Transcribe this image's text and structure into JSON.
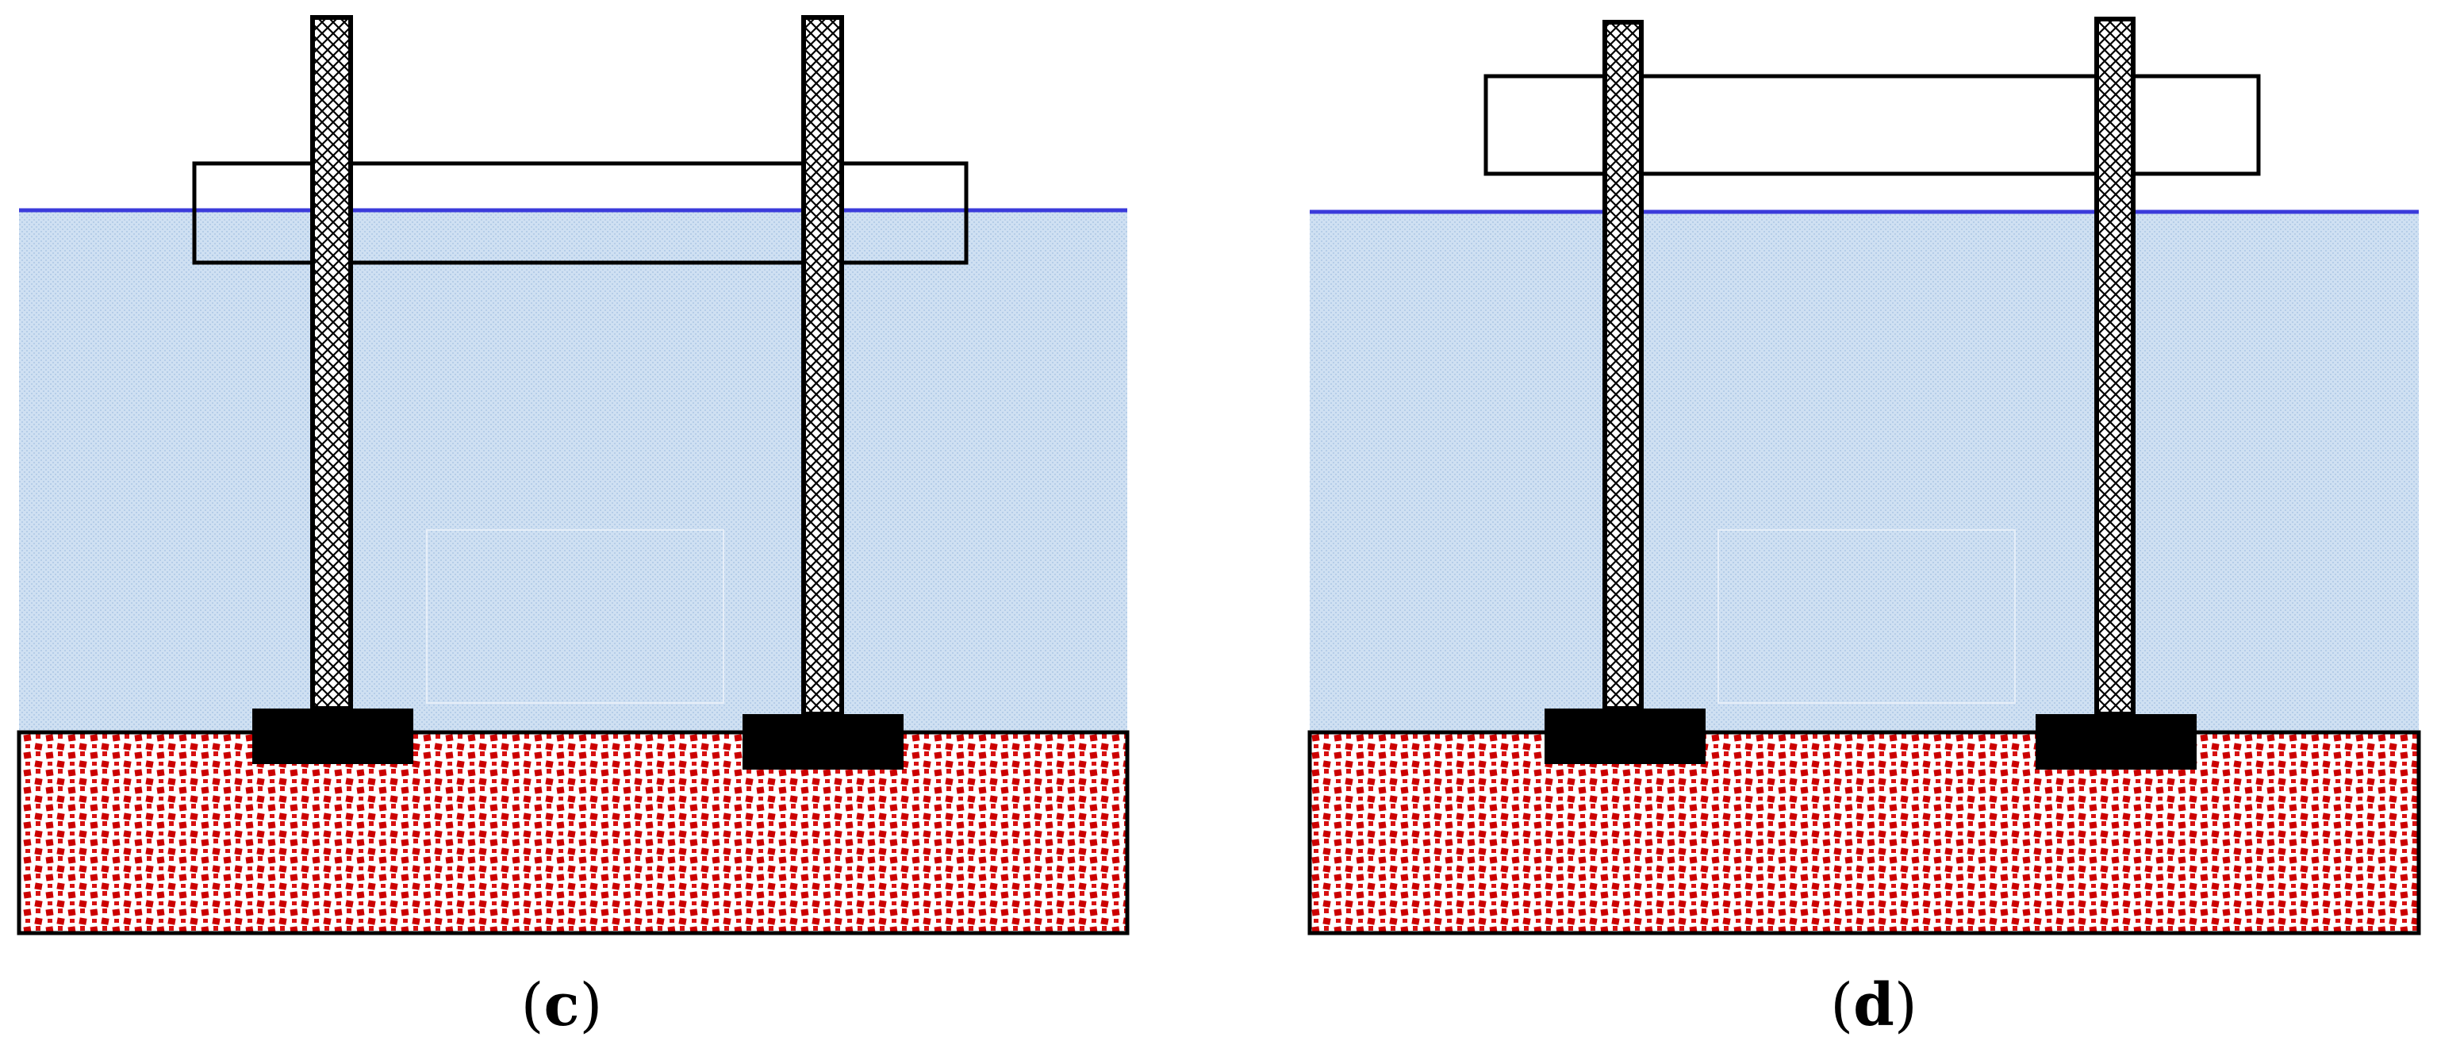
{
  "panels": [
    {
      "id": "c",
      "caption_open": "(",
      "caption_letter": "c",
      "caption_close": ")"
    },
    {
      "id": "d",
      "caption_open": "(",
      "caption_letter": "d",
      "caption_close": ")"
    }
  ],
  "colors": {
    "water": "#c9dcf0",
    "water_surface": "#3a3adb",
    "soil_background": "#ffffff",
    "soil_dots": "#cc0000",
    "footing": "#000000",
    "pile_outline": "#000000",
    "deck_outline": "#000000"
  }
}
